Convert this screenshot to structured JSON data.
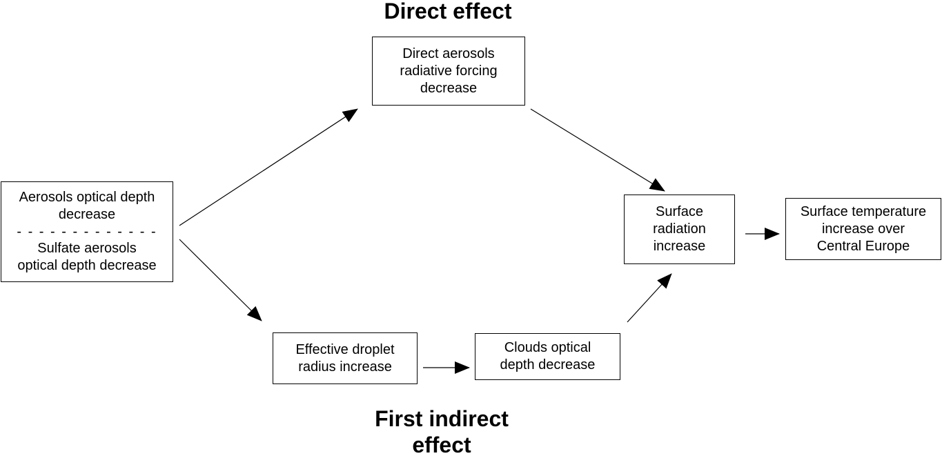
{
  "headings": {
    "direct": "Direct effect",
    "indirect_line1": "First indirect",
    "indirect_line2": "effect"
  },
  "boxes": {
    "aerosols": {
      "lines": [
        "Aerosols optical depth",
        "decrease"
      ],
      "separator": "- - - - - - - - - - - - -",
      "lines_after": [
        "Sulfate aerosols",
        "optical depth decrease"
      ]
    },
    "direct_forcing": {
      "lines": [
        "Direct aerosols",
        "radiative forcing",
        "decrease"
      ]
    },
    "surface_radiation": {
      "lines": [
        "Surface",
        "radiation",
        "increase"
      ]
    },
    "surface_temperature": {
      "lines": [
        "Surface temperature",
        "increase over",
        "Central Europe"
      ]
    },
    "droplet_radius": {
      "lines": [
        "Effective droplet",
        "radius increase"
      ]
    },
    "clouds_depth": {
      "lines": [
        "Clouds optical",
        "depth decrease"
      ]
    }
  },
  "edges": [
    {
      "from": "aerosols",
      "to": "direct_forcing"
    },
    {
      "from": "aerosols",
      "to": "droplet_radius"
    },
    {
      "from": "direct_forcing",
      "to": "surface_radiation"
    },
    {
      "from": "droplet_radius",
      "to": "clouds_depth"
    },
    {
      "from": "clouds_depth",
      "to": "surface_radiation"
    },
    {
      "from": "surface_radiation",
      "to": "surface_temperature"
    }
  ]
}
